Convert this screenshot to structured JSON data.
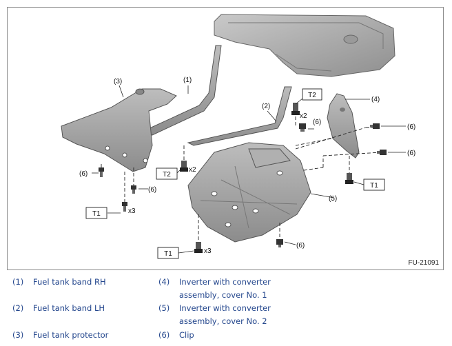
{
  "figure": {
    "id": "FU-21091",
    "callouts": {
      "c1": "(1)",
      "c2": "(2)",
      "c3": "(3)",
      "c4": "(4)",
      "c5": "(5)",
      "c6": "(6)"
    },
    "torque": {
      "t1": "T1",
      "t2": "T2",
      "x2": "x2",
      "x3": "x3"
    }
  },
  "legend": [
    {
      "num": "(1)",
      "line1": "Fuel tank band RH",
      "line2": ""
    },
    {
      "num": "(2)",
      "line1": "Fuel tank band LH",
      "line2": ""
    },
    {
      "num": "(3)",
      "line1": "Fuel tank protector",
      "line2": ""
    },
    {
      "num": "(4)",
      "line1": "Inverter with converter",
      "line2": "assembly, cover No. 1"
    },
    {
      "num": "(5)",
      "line1": "Inverter with converter",
      "line2": "assembly, cover No. 2"
    },
    {
      "num": "(6)",
      "line1": "Clip",
      "line2": ""
    }
  ]
}
